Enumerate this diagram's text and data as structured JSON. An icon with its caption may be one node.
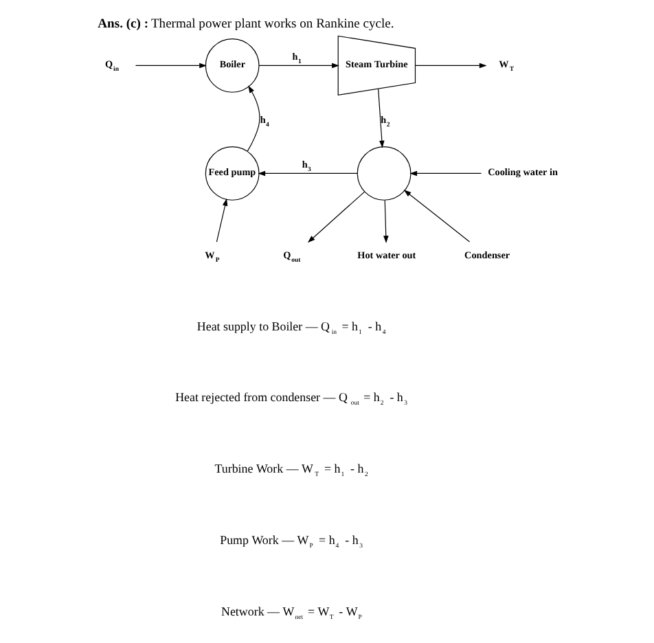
{
  "diagram": {
    "title": "**Ans. (c) :** Thermal power plant works on Rankine cycle.",
    "nodes": [
      {
        "text": [
          "Boiler"
        ]
      },
      {
        "text": [
          "Steam Turbine"
        ]
      },
      {
        "text": [],
        "shape": "circle"
      },
      {
        "text": [
          "Feed pump"
        ]
      },
      {
        "text": [
          "Q$_{in}$"
        ]
      },
      {
        "text": [
          "W$_{T}$"
        ]
      },
      {
        "text": [
          "Condenser"
        ]
      },
      {
        "text": [
          "Q$_{out}$"
        ]
      },
      {
        "text": [
          "W$_{P}$"
        ]
      },
      {
        "text": [
          "Cooling water in"
        ]
      },
      {
        "text": [
          "Hot water out"
        ]
      }
    ],
    "edges": [
      {
        "from": 0,
        "to": 1,
        "arrow": "to",
        "label": "h$_{1}$"
      },
      {
        "from": 1,
        "to": 2,
        "arrow": "to",
        "label": "h$_{2}$"
      },
      {
        "from": 2,
        "to": 3,
        "arrow": "to",
        "label": "h$_{3}$"
      },
      {
        "from": 3,
        "to": 0,
        "arrow": "to",
        "label": "h$_{4}$"
      },
      {
        "from": 4,
        "to": 0,
        "arrow": "to"
      },
      {
        "from": 1,
        "to": 5,
        "arrow": "to"
      },
      {
        "from": 6,
        "to": 2,
        "arrow": "to"
      },
      {
        "from": 2,
        "to": 7,
        "arrow": "to"
      },
      {
        "from": 8,
        "to": 3,
        "arrow": "to"
      },
      {
        "from": 9,
        "to": 2,
        "arrow": "to"
      },
      {
        "from": 2,
        "to": 10,
        "arrow": "to"
      }
    ],
    "labels": [
      "Heat supply to Boiler — Q$_{in}$ = h$_{1}$ - h$_{4}$",
      "Heat rejected from condenser — Q$_{out}$ = h$_{2}$ - h$_{3}$",
      "Turbine Work — W$_{T}$ = h$_{1}$ - h$_{2}$",
      "Pump Work — W$_{P}$ = h$_{4}$ - h$_{3}$",
      "Network — W$_{net}$ = W$_{T}$ - W$_{P}$"
    ]
  }
}
